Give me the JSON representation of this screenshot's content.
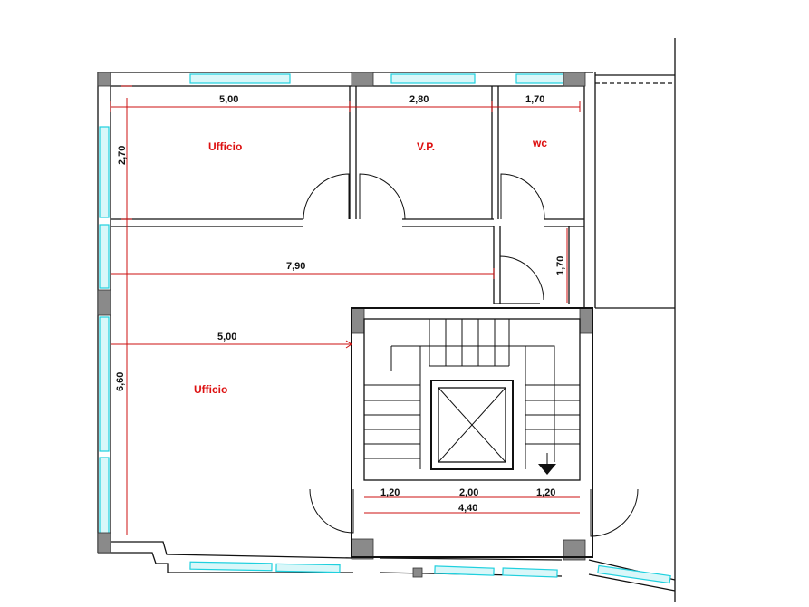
{
  "rooms": {
    "office_top": "Ufficio",
    "vp": "V.P.",
    "wc": "wc",
    "office_main": "Ufficio"
  },
  "dimensions": {
    "d_500_top": "5,00",
    "d_280": "2,80",
    "d_170_h": "1,70",
    "d_270": "2,70",
    "d_790": "7,90",
    "d_170_v": "1,70",
    "d_500_mid": "5,00",
    "d_660": "6,60",
    "d_120_left": "1,20",
    "d_200": "2,00",
    "d_120_right": "1,20",
    "d_440": "4,40"
  },
  "colors": {
    "walls": "#111111",
    "windows": "#1fd0de",
    "dimension_lines": "#cc1111",
    "room_labels": "#dd1111",
    "pillars": "#8a8a8a"
  }
}
